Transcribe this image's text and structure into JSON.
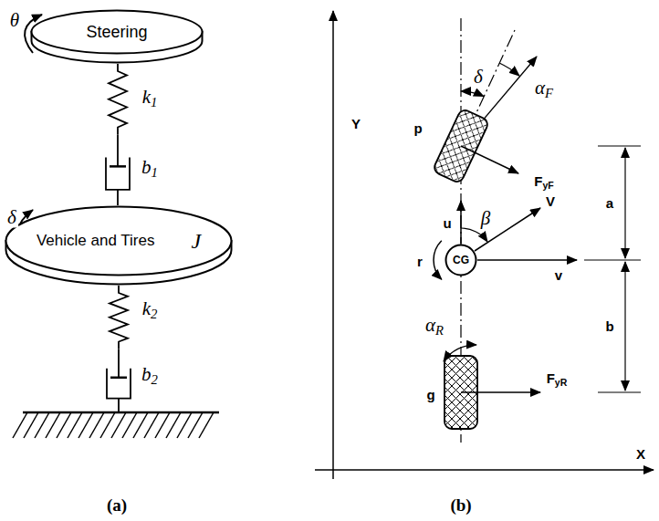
{
  "diagram": {
    "nodes": [
      {
        "text": [
          "Steering"
        ]
      },
      {
        "text": [
          "Vehicle and Tires",
          "J"
        ]
      },
      {
        "text": [
          "CG"
        ]
      }
    ],
    "edges": [
      {
        "from": 0,
        "to": 1,
        "arrow": "none"
      }
    ],
    "labels": [
      "θ",
      "k1",
      "b1",
      "δ",
      "k2",
      "b2",
      "(a)",
      "Y",
      "X",
      "δ",
      "αF",
      "p",
      "FyF",
      "a",
      "u",
      "β",
      "V",
      "r",
      "v",
      "b",
      "αR",
      "g",
      "FyR",
      "(b)"
    ]
  }
}
